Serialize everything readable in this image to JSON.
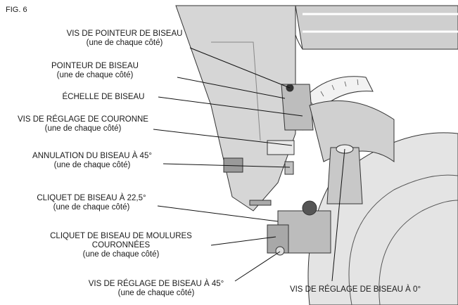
{
  "figure_label": "FIG. 6",
  "callouts": [
    {
      "id": "vis-pointeur",
      "line1": "VIS DE POINTEUR DE BISEAU",
      "line2": "(une de chaque côté)"
    },
    {
      "id": "pointeur",
      "line1": "POINTEUR DE BISEAU",
      "line2": "(une de chaque côté)"
    },
    {
      "id": "echelle",
      "line1": "ÉCHELLE DE BISEAU"
    },
    {
      "id": "vis-couronne",
      "line1": "VIS DE RÉGLAGE DE COURONNE",
      "line2": "(une de chaque côté)"
    },
    {
      "id": "annulation",
      "line1": "ANNULATION DU BISEAU À 45°",
      "line2": "(une de chaque côté)"
    },
    {
      "id": "cliquet-225",
      "line1": "CLIQUET DE BISEAU À 22,5°",
      "line2": "(une de chaque côté)"
    },
    {
      "id": "cliquet-moulures",
      "line1": "CLIQUET DE BISEAU DE MOULURES",
      "line2": "COURONNÉES",
      "line3": "(une de chaque côté)"
    },
    {
      "id": "vis-45",
      "line1": "VIS DE RÉGLAGE DE BISEAU À 45°",
      "line2": "(une de chaque côté)"
    },
    {
      "id": "vis-0",
      "line1": "VIS DE RÉGLAGE DE BISEAU À 0°"
    }
  ]
}
